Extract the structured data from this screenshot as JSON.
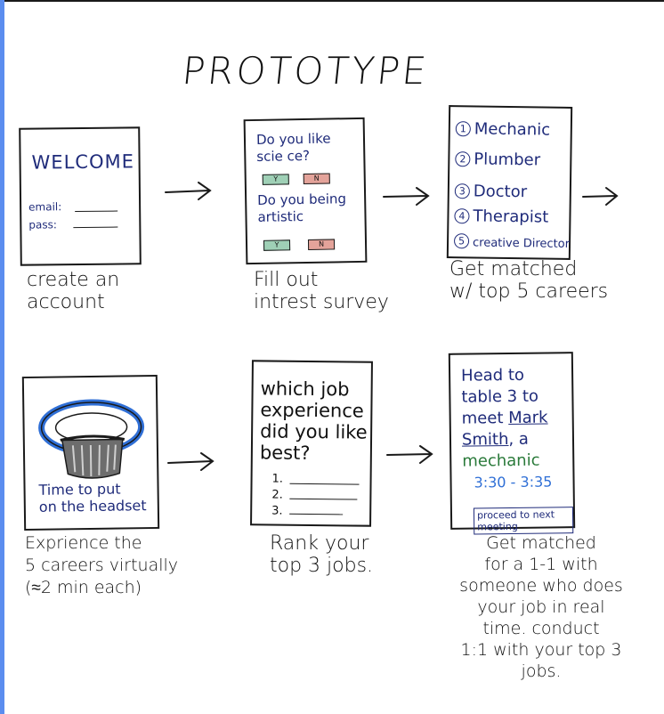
{
  "title": "PROTOTYPE",
  "step1": {
    "heading": "WELCOME",
    "email_label": "email:",
    "pass_label": "pass:",
    "caption": [
      "create an",
      "account"
    ]
  },
  "step2": {
    "q1": [
      "Do you like",
      "scie ce?"
    ],
    "q2": [
      "Do you being",
      "artistic"
    ],
    "yes": "Y",
    "no": "N",
    "caption": [
      "Fill out",
      "intrest survey"
    ]
  },
  "step3": {
    "careers": [
      {
        "num": "1",
        "label": "Mechanic"
      },
      {
        "num": "2",
        "label": "Plumber"
      },
      {
        "num": "3",
        "label": "Doctor"
      },
      {
        "num": "4",
        "label": "Therapist"
      },
      {
        "num": "5",
        "label": "creative Director"
      }
    ],
    "caption": [
      "Get matched",
      "w/ top 5 careers"
    ]
  },
  "step4": {
    "screen_text": [
      "Time to put",
      "on the headset"
    ],
    "caption": [
      "Exprience the",
      "5 careers virtually",
      "(≈2 min each)"
    ]
  },
  "step5": {
    "question": [
      "which job",
      "experience",
      "did you like",
      "best?"
    ],
    "rows": [
      "1.",
      "2.",
      "3."
    ],
    "caption": [
      "Rank your",
      "top 3 jobs."
    ]
  },
  "step6": {
    "line1": "Head to",
    "line2": "table 3 to",
    "line3_pre": "meet ",
    "line3_name": "Mark",
    "line4_name": "Smith",
    "line4_post": ", a",
    "line5": "mechanic",
    "time": "3:30 - 3:35",
    "proceed": "proceed to next meeting",
    "caption": [
      "Get matched",
      "for a 1-1 with",
      "someone who does",
      "your job in real",
      "time. conduct",
      "1:1 with your top 3",
      "jobs."
    ]
  },
  "colors": {
    "ink": "#1a1a1a",
    "navy": "#1f2b7a",
    "blue": "#2f6fd6",
    "green": "#2a7a3a",
    "yes_box": "#9fd0b6",
    "no_box": "#e4a39a",
    "left_bar": "#5b8def"
  }
}
